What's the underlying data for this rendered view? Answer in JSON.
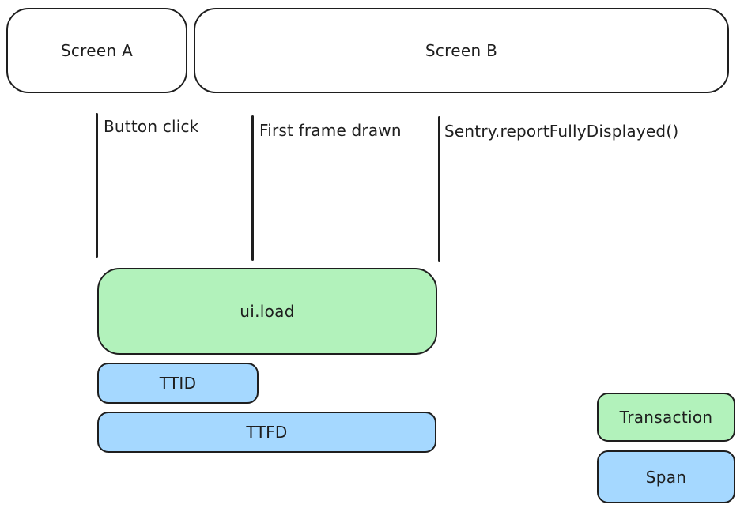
{
  "colors": {
    "transaction_fill": "#b2f2bb",
    "span_fill": "#a5d8ff",
    "stroke": "#1e1e1e",
    "background": "#ffffff"
  },
  "screens": [
    {
      "label": "Screen A"
    },
    {
      "label": "Screen B"
    }
  ],
  "markers": [
    {
      "label": "Button click"
    },
    {
      "label": "First frame drawn"
    },
    {
      "label": "Sentry.reportFullyDisplayed()"
    }
  ],
  "bars": [
    {
      "label": "ui.load",
      "kind": "transaction"
    },
    {
      "label": "TTID",
      "kind": "span"
    },
    {
      "label": "TTFD",
      "kind": "span"
    }
  ],
  "legend": [
    {
      "label": "Transaction",
      "kind": "transaction"
    },
    {
      "label": "Span",
      "kind": "span"
    }
  ]
}
